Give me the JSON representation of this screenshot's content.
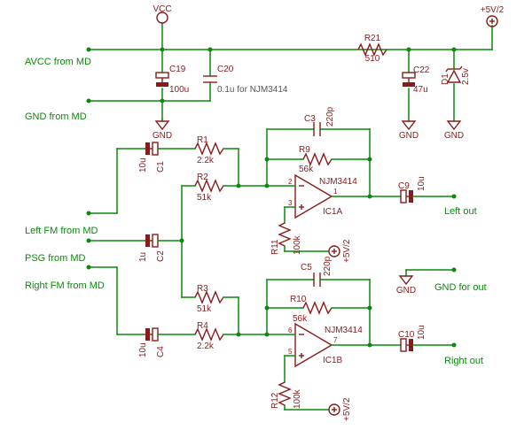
{
  "nets": {
    "vcc": "VCC",
    "v5v2": "+5V/2",
    "gnd": "GND",
    "avcc_from_md": "AVCC from MD",
    "gnd_from_md": "GND from MD",
    "left_fm_from_md": "Left FM from MD",
    "psg_from_md": "PSG from MD",
    "right_fm_from_md": "Right FM from MD",
    "left_out": "Left out",
    "right_out": "Right out",
    "gnd_for_out": "GND for out"
  },
  "parts": {
    "c19": {
      "name": "C19",
      "value": "100u"
    },
    "c20": {
      "name": "C20",
      "value": "0.1u for NJM3414"
    },
    "r21": {
      "name": "R21",
      "value": "510"
    },
    "c22": {
      "name": "C22",
      "value": "47u"
    },
    "d1": {
      "name": "D1",
      "value": "2.5v"
    },
    "c1": {
      "name": "C1",
      "value": "10u"
    },
    "c2": {
      "name": "C2",
      "value": "1u"
    },
    "c4": {
      "name": "C4",
      "value": "10u"
    },
    "r1": {
      "name": "R1",
      "value": "2.2k"
    },
    "r2": {
      "name": "R2",
      "value": "51k"
    },
    "r3": {
      "name": "R3",
      "value": "51k"
    },
    "r4": {
      "name": "R4",
      "value": "2.2k"
    },
    "c3": {
      "name": "C3",
      "value": "220p"
    },
    "r9": {
      "name": "R9",
      "value": "56k"
    },
    "c5": {
      "name": "C5",
      "value": "220p"
    },
    "r10": {
      "name": "R10",
      "value": "56k"
    },
    "ic1a": {
      "name": "IC1A",
      "value": "NJM3414"
    },
    "ic1b": {
      "name": "IC1B",
      "value": "NJM3414"
    },
    "r11": {
      "name": "R11",
      "value": "100k"
    },
    "r12": {
      "name": "R12",
      "value": "100k"
    },
    "c9": {
      "name": "C9",
      "value": "10u"
    },
    "c10": {
      "name": "C10",
      "value": "10u"
    }
  },
  "pins": {
    "p1": "1",
    "p2": "2",
    "p3": "3",
    "p5": "5",
    "p6": "6",
    "p7": "7"
  },
  "colors": {
    "wire": "#0a8a0a",
    "component": "#8b1a1a",
    "value_gray": "#555555",
    "background": "#ffffff"
  }
}
